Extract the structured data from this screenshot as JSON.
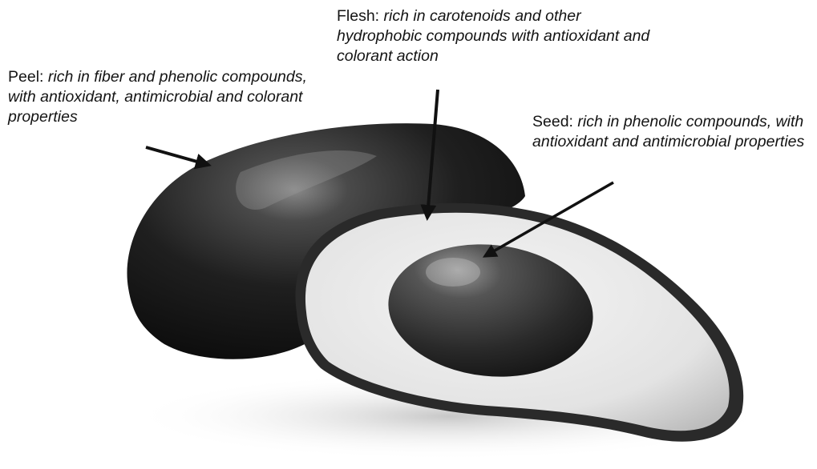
{
  "labels": {
    "peel": {
      "term": "Peel:",
      "desc": "rich in fiber and phenolic compounds, with antioxidant, antimicrobial and colorant properties"
    },
    "flesh": {
      "term": "Flesh:",
      "desc": "rich in carotenoids and other hydrophobic compounds with antioxidant and colorant action"
    },
    "seed": {
      "term": "Seed:",
      "desc": "rich in phenolic compounds, with antioxidant and antimicrobial properties"
    }
  },
  "colors": {
    "background": "#ffffff",
    "text": "#141414",
    "peel_dark": "#1e1e1e",
    "flesh": "#e6e6e6",
    "seed": "#3a3a3a",
    "arrow": "#111111"
  }
}
